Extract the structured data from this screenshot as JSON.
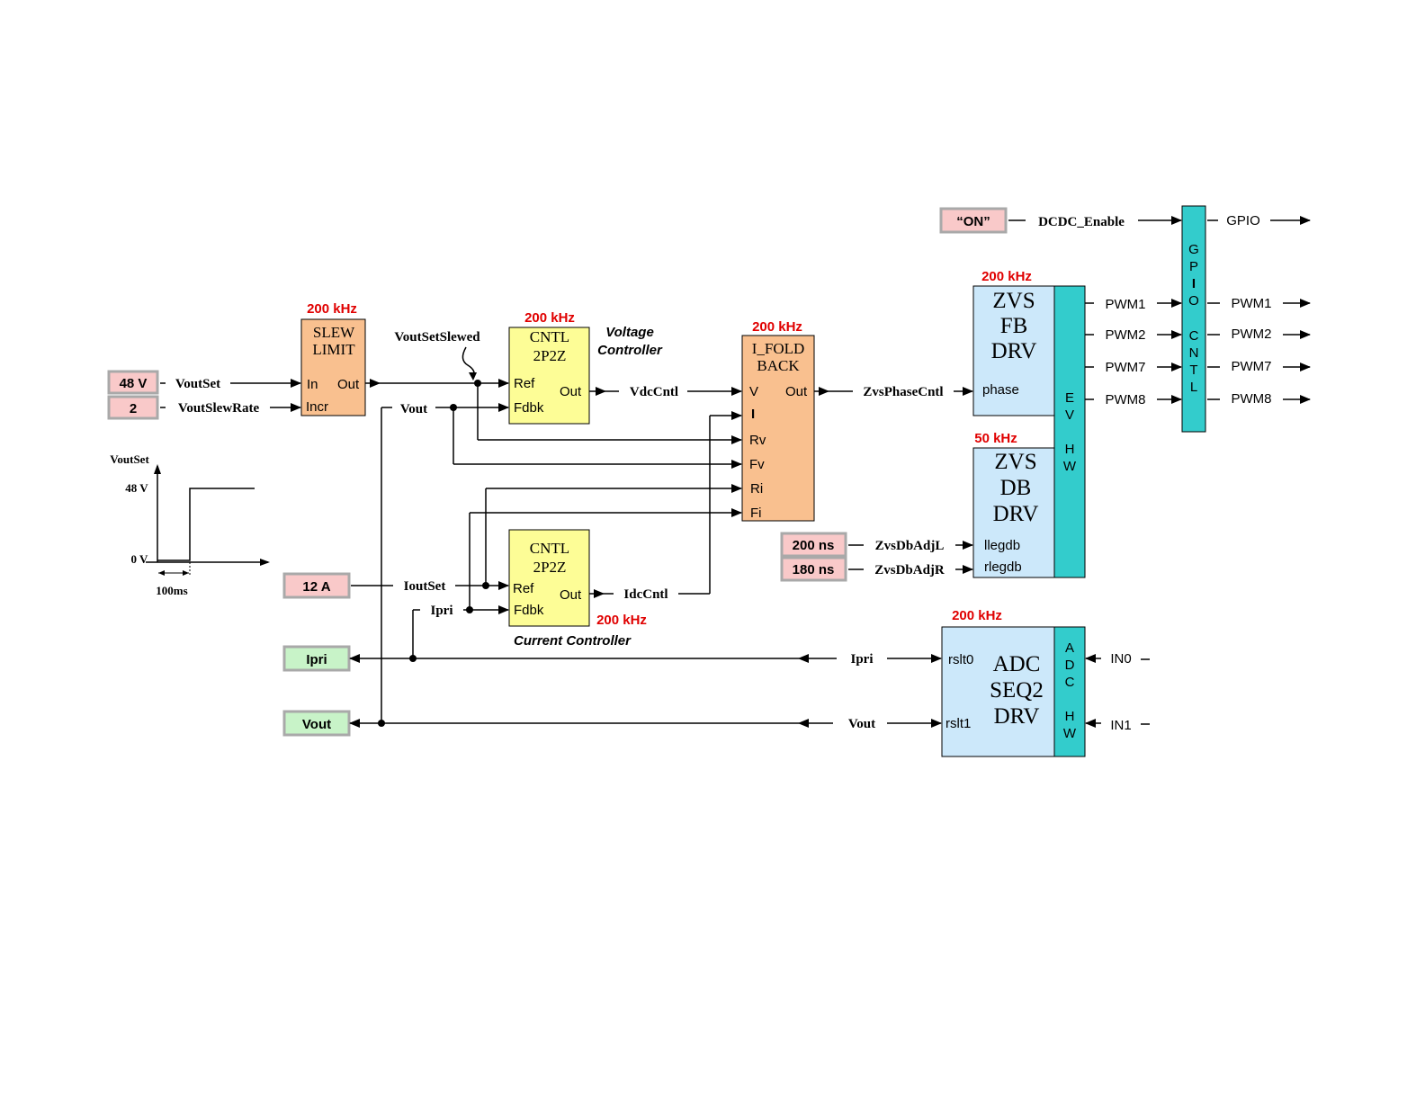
{
  "inputs": {
    "vout_set_value": "48 V",
    "slew_rate_value": "2",
    "iout_set_value": "12 A",
    "on_value": "“ON”",
    "dbadjl_value": "200 ns",
    "dbadjr_value": "180 ns"
  },
  "outputs": {
    "ipri": "Ipri",
    "vout": "Vout"
  },
  "signals": {
    "voutset": "VoutSet",
    "voutslewrate": "VoutSlewRate",
    "voutsetslewed": "VoutSetSlewed",
    "vout_fb": "Vout",
    "vdccntl": "VdcCntl",
    "zvsphasecntl": "ZvsPhaseCntl",
    "ioutset": "IoutSet",
    "ipri_fb": "Ipri",
    "idccntl": "IdcCntl",
    "zvsdbadjl": "ZvsDbAdjL",
    "zvsdbadjr": "ZvsDbAdjR",
    "dcdc_enable": "DCDC_Enable",
    "ipri_adc": "Ipri",
    "vout_adc": "Vout"
  },
  "blocks": {
    "slew": {
      "freq": "200 kHz",
      "title1": "SLEW",
      "title2": "LIMIT",
      "in": "In",
      "out": "Out",
      "incr": "Incr"
    },
    "vcntl": {
      "freq": "200 kHz",
      "title1": "CNTL",
      "title2": "2P2Z",
      "ref": "Ref",
      "fdbk": "Fdbk",
      "out": "Out",
      "caption1": "Voltage",
      "caption2": "Controller"
    },
    "icntl": {
      "freq": "200 kHz",
      "title1": "CNTL",
      "title2": "2P2Z",
      "ref": "Ref",
      "fdbk": "Fdbk",
      "out": "Out",
      "caption": "Current Controller"
    },
    "ifold": {
      "freq": "200 kHz",
      "title1": "I_FOLD",
      "title2": "BACK",
      "v": "V",
      "i": "I",
      "rv": "Rv",
      "fv": "Fv",
      "ri": "Ri",
      "fi": "Fi",
      "out": "Out"
    },
    "zvsfb": {
      "freq": "200 kHz",
      "t1": "ZVS",
      "t2": "FB",
      "t3": "DRV",
      "phase": "phase"
    },
    "zvsdb": {
      "freq": "50 kHz",
      "t1": "ZVS",
      "t2": "DB",
      "t3": "DRV",
      "llegdb": "llegdb",
      "rlegdb": "rlegdb"
    },
    "evhw": {
      "letters": [
        "E",
        "V",
        "",
        "H",
        "W"
      ]
    },
    "gpio": {
      "letters": [
        "G",
        "P",
        "I",
        "O",
        "",
        "C",
        "N",
        "T",
        "L"
      ]
    },
    "adc": {
      "freq": "200 kHz",
      "t1": "ADC",
      "t2": "SEQ2",
      "t3": "DRV",
      "rslt0": "rslt0",
      "rslt1": "rslt1",
      "letters": [
        "A",
        "D",
        "C",
        "",
        "H",
        "W"
      ]
    }
  },
  "pwm": {
    "in": [
      "PWM1",
      "PWM2",
      "PWM7",
      "PWM8"
    ],
    "out": [
      "PWM1",
      "PWM2",
      "PWM7",
      "PWM8"
    ],
    "gpio": "GPIO"
  },
  "adc_in": {
    "in0": "IN0",
    "in1": "IN1"
  },
  "step_plot": {
    "ylabel": "VoutSet",
    "ytick_high": "48 V",
    "ytick_low": "0 V",
    "xtick": "100ms"
  },
  "colors": {
    "input_bg": "#f9c9c9",
    "output_bg": "#c8f3c8",
    "box_border": "#a9a9a9",
    "orange": "#f9c08f",
    "yellow": "#fdfd96",
    "lightblue": "#cce8fa",
    "teal": "#33cccc",
    "freq": "#e00000"
  }
}
